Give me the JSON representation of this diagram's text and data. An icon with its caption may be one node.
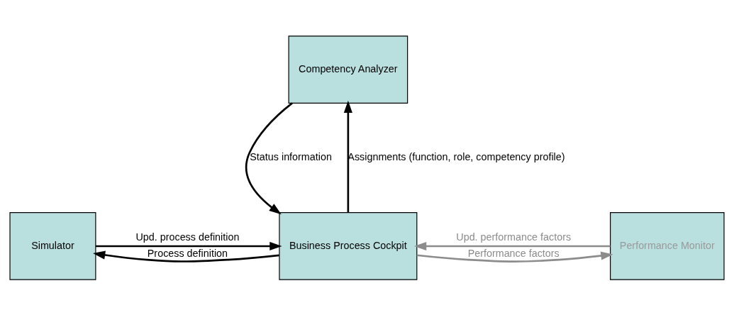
{
  "diagram": {
    "nodes": [
      {
        "text": [
          "Competency Analyzer"
        ]
      },
      {
        "text": [
          "Simulator"
        ]
      },
      {
        "text": [
          "Business Process Cockpit"
        ]
      },
      {
        "text": [
          "Performance Monitor"
        ]
      }
    ],
    "edges": [
      {
        "from": 0,
        "to": 2,
        "arrow": "to",
        "label": "Status information"
      },
      {
        "from": 2,
        "to": 0,
        "arrow": "to",
        "label": "Assignments (function, role, competency profile)"
      },
      {
        "from": 2,
        "to": 1,
        "arrow": "to",
        "label": "Process definition"
      },
      {
        "from": 1,
        "to": 2,
        "arrow": "to",
        "label": "Upd. process definition"
      },
      {
        "from": 2,
        "to": 3,
        "arrow": "to",
        "label": "Performance factors",
        "color": "#8c8c8c"
      },
      {
        "from": 3,
        "to": 2,
        "arrow": "to",
        "label": "Upd. performance factors",
        "color": "#8c8c8c"
      }
    ]
  }
}
